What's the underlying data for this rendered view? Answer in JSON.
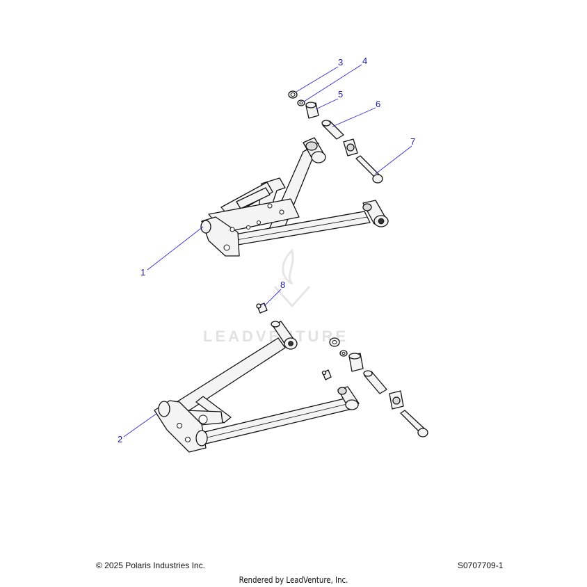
{
  "callouts": {
    "c1": "1",
    "c2": "2",
    "c3": "3",
    "c4": "4",
    "c5": "5",
    "c6": "6",
    "c7": "7",
    "c8": "8"
  },
  "watermark": {
    "text": "LEADVENTURE"
  },
  "footer": {
    "copyright": "© 2025 Polaris Industries Inc.",
    "diagram_id": "S0707709-1",
    "rendered_by": "Rendered by LeadVenture, Inc."
  },
  "colors": {
    "callout": "#1a1aa8",
    "leader": "#2b2bd0",
    "outline": "#111111"
  }
}
